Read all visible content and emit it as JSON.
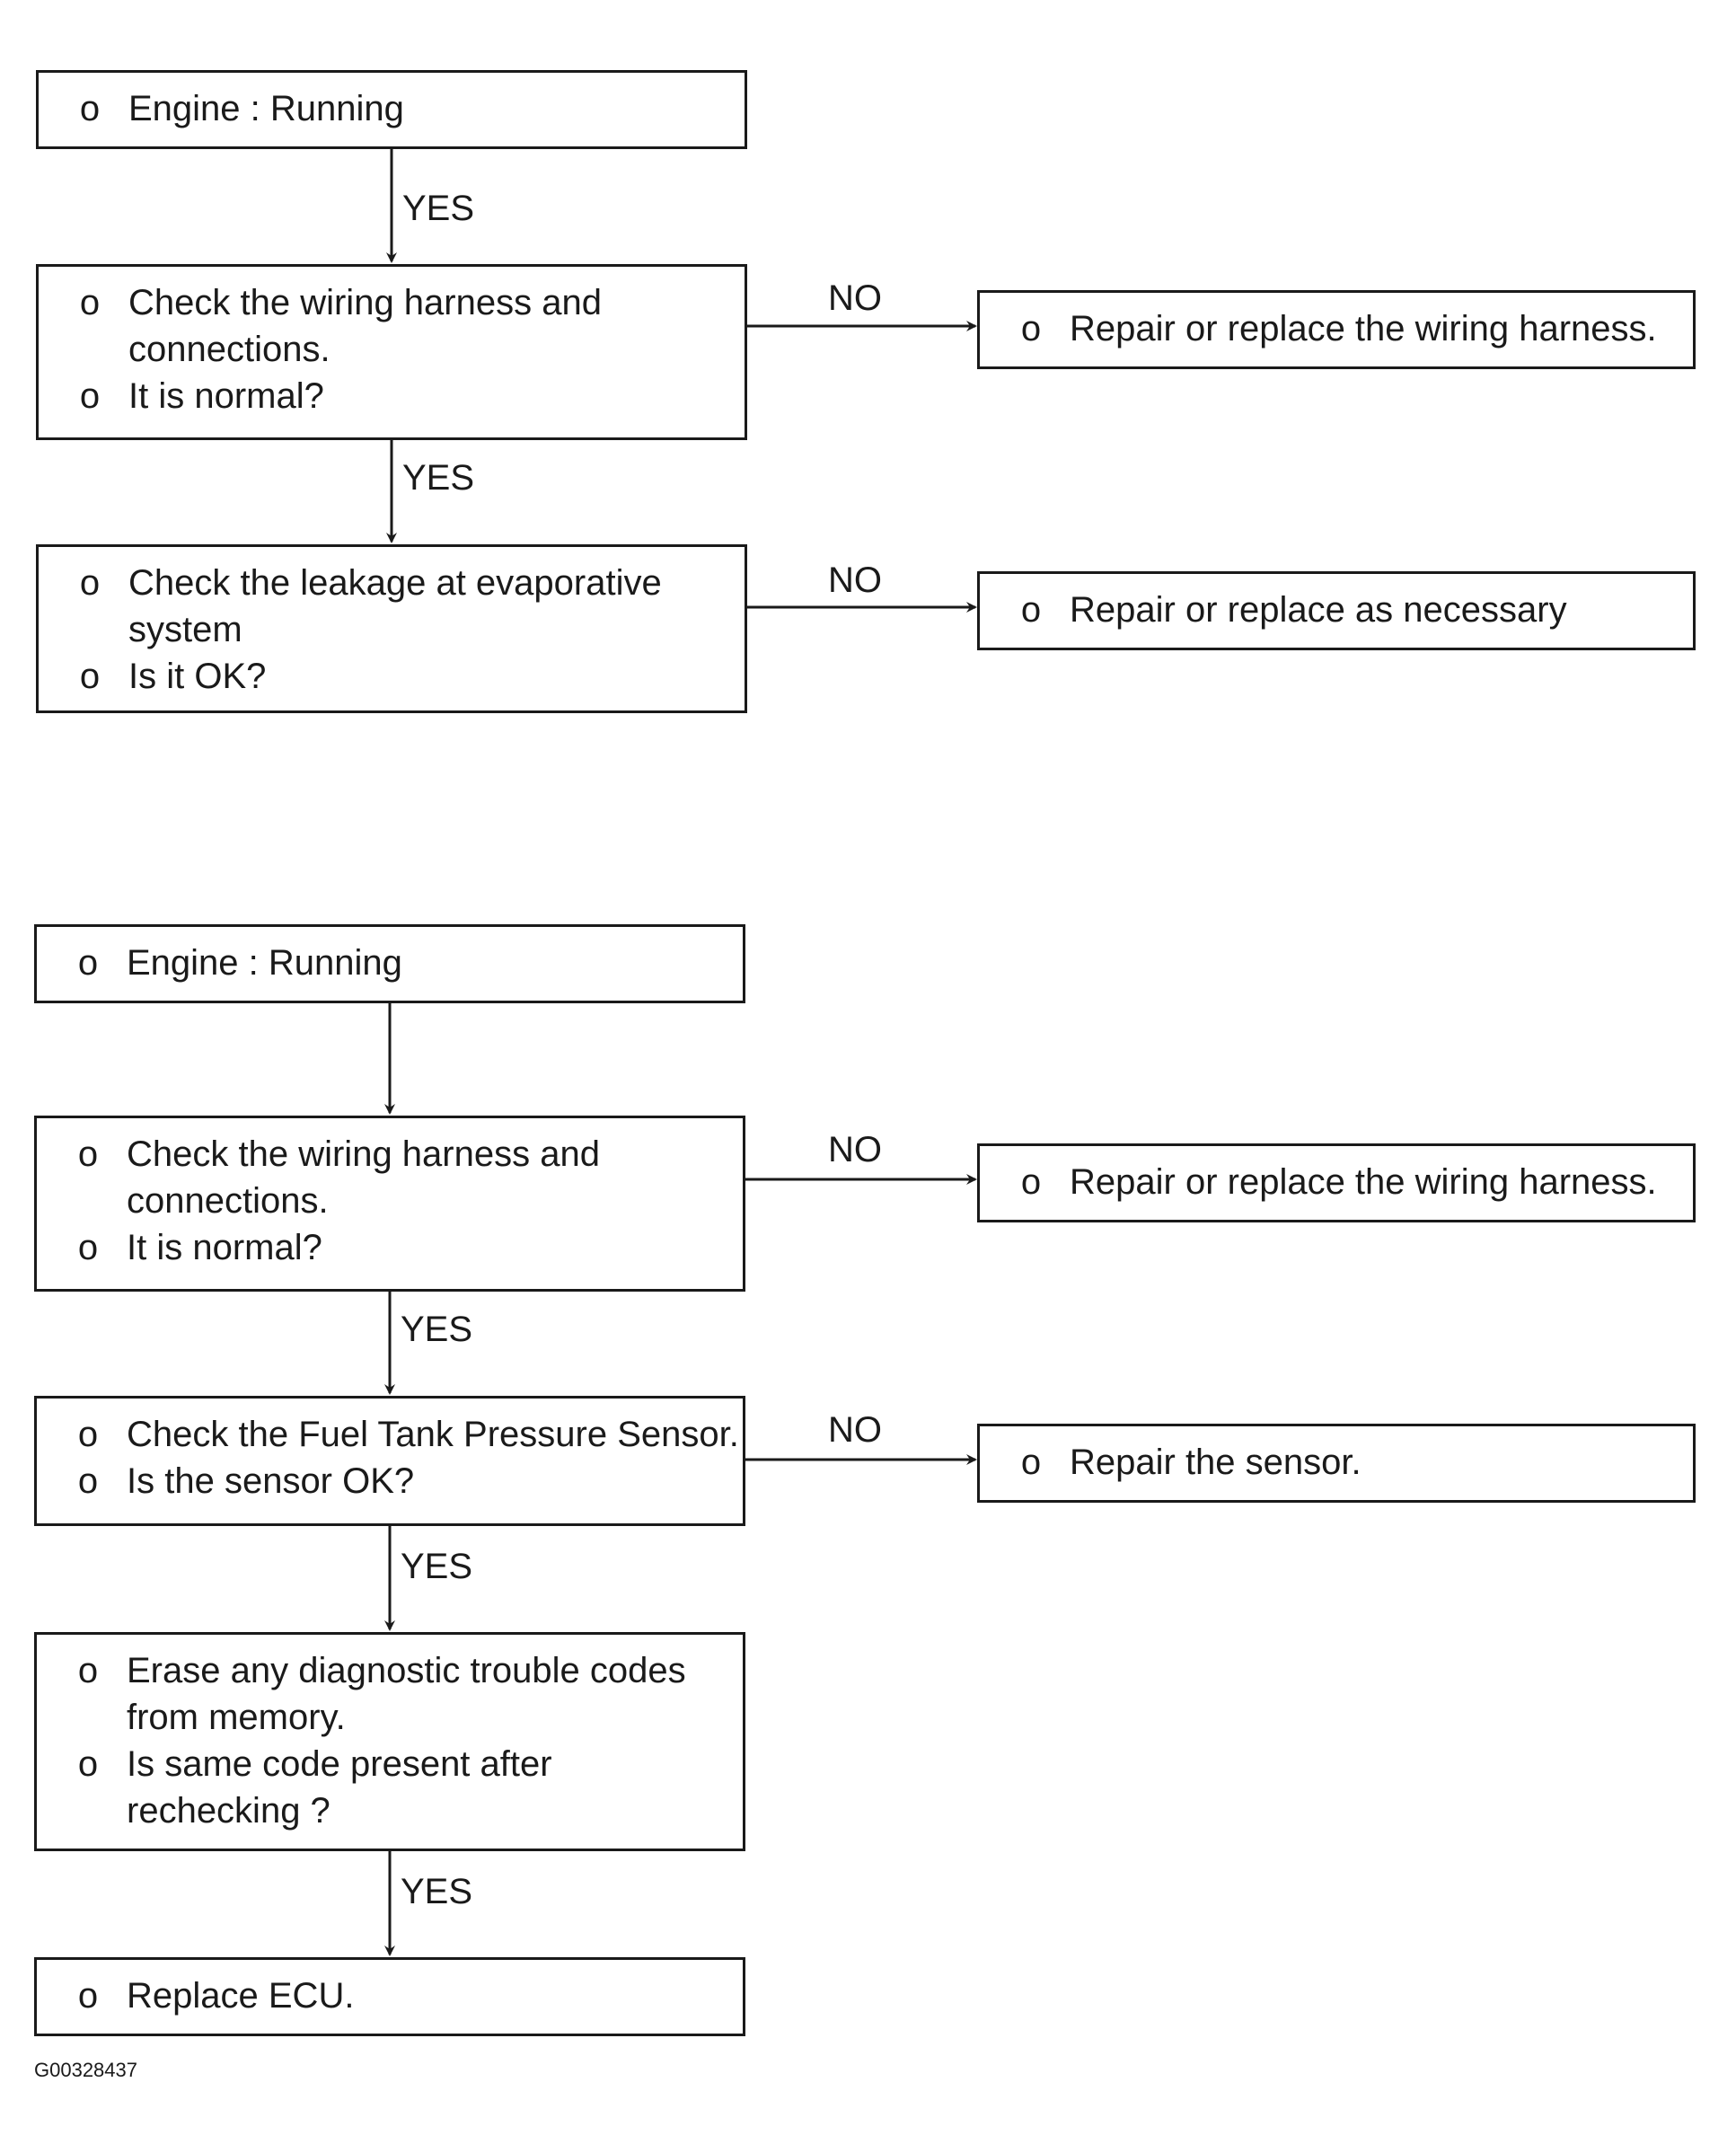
{
  "flowchart_1": {
    "box_engine": {
      "bullet": "o",
      "lines": [
        "Engine : Running"
      ]
    },
    "arrow_1_label": "YES",
    "box_wiring": {
      "bullet": "o",
      "line1": "Check the wiring harness and",
      "line2": "connections.",
      "line3": "It is normal?"
    },
    "arrow_2_label": "YES",
    "no_1_label": "NO",
    "box_repair_wiring": {
      "bullet": "o",
      "text": "Repair or replace the wiring harness."
    },
    "box_leakage": {
      "bullet": "o",
      "line1": "Check the leakage at evaporative",
      "line2": "system",
      "line3": "Is it OK?"
    },
    "no_2_label": "NO",
    "box_repair_necessary": {
      "bullet": "o",
      "text": "Repair or replace as necessary"
    }
  },
  "flowchart_2": {
    "box_engine": {
      "bullet": "o",
      "text": "Engine : Running"
    },
    "box_wiring": {
      "bullet": "o",
      "line1": "Check the wiring harness and",
      "line2": "connections.",
      "line3": "It is normal?"
    },
    "no_1_label": "NO",
    "box_repair_wiring": {
      "bullet": "o",
      "text": "Repair or replace the wiring harness."
    },
    "arrow_2_label": "YES",
    "box_sensor": {
      "bullet": "o",
      "line1": "Check the Fuel Tank Pressure Sensor.",
      "line2": "Is the sensor OK?"
    },
    "no_2_label": "NO",
    "box_repair_sensor": {
      "bullet": "o",
      "text": "Repair the sensor."
    },
    "arrow_3_label": "YES",
    "box_erase": {
      "bullet": "o",
      "line1": "Erase any diagnostic trouble codes",
      "line2": "from memory.",
      "line3": "Is same code present after",
      "line4": "rechecking ?"
    },
    "arrow_4_label": "YES",
    "box_ecu": {
      "bullet": "o",
      "text": "Replace ECU."
    }
  },
  "figure_id": "G00328437"
}
